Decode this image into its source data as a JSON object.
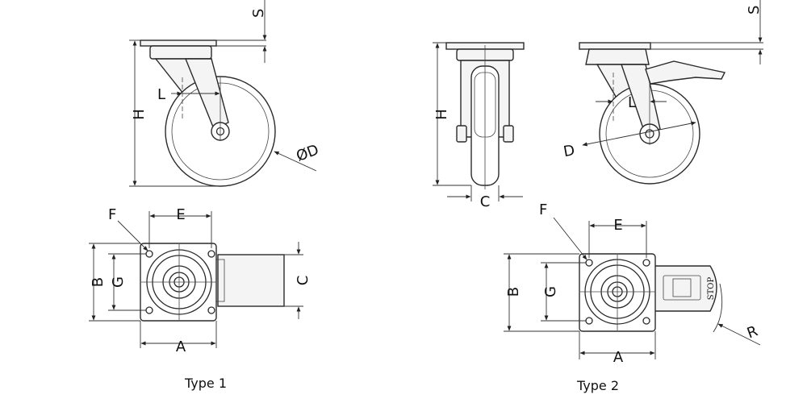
{
  "diagram": {
    "caption_type1": "Type 1",
    "caption_type2": "Type 2",
    "labels": {
      "S": "S",
      "H": "H",
      "L": "L",
      "D_diameter": "ØD",
      "D": "D",
      "C": "C",
      "E": "E",
      "F": "F",
      "B": "B",
      "G": "G",
      "A": "A",
      "R": "R"
    },
    "brake_text": "STOP"
  }
}
